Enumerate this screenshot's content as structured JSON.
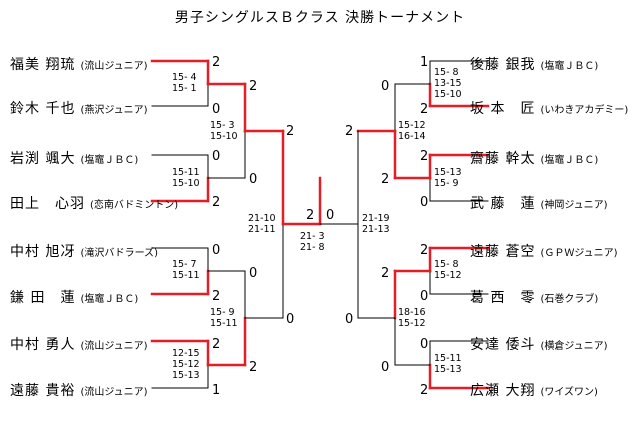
{
  "title": "男子シングルスＢクラス 決勝トーナメント",
  "colors": {
    "winner_line": "#e41e26",
    "line": "#000000"
  },
  "left_players": [
    {
      "name": "福美 翔琉",
      "team": "(流山ジュニア)"
    },
    {
      "name": "鈴木 千也",
      "team": "(燕沢ジュニア)"
    },
    {
      "name": "岩渕 颯大",
      "team": "(塩竈ＪＢＣ)"
    },
    {
      "name": "田上　心羽",
      "team": "(恋南バドミントン)"
    },
    {
      "name": "中村 旭冴",
      "team": "(滝沢バドラーズ)"
    },
    {
      "name": "鎌 田　蓮",
      "team": "(塩竈ＪＢＣ)"
    },
    {
      "name": "中村 勇人",
      "team": "(流山ジュニア)"
    },
    {
      "name": "遠藤 貴裕",
      "team": "(流山ジュニア)"
    }
  ],
  "right_players": [
    {
      "name": "後藤 銀我",
      "team": "(塩竈ＪＢＣ)"
    },
    {
      "name": "坂 本　匠",
      "team": "(いわきアカデミー)"
    },
    {
      "name": "齋藤 幹太",
      "team": "(塩竈ＪＢＣ)"
    },
    {
      "name": "武 藤　蓮",
      "team": "(神岡ジュニア)"
    },
    {
      "name": "遠藤 蒼空",
      "team": "(ＧＰＷジュニア)"
    },
    {
      "name": "葛 西　零",
      "team": "(石巻クラブ)"
    },
    {
      "name": "安達 倭斗",
      "team": "(横倉ジュニア)"
    },
    {
      "name": "広瀬 大翔",
      "team": "(ワイズワン)"
    }
  ],
  "scores": {
    "left_r1": [
      "2",
      "0",
      "0",
      "2",
      "0",
      "2",
      "2",
      "1"
    ],
    "left_r2": [
      "2",
      "0",
      "0",
      "2"
    ],
    "left_r3": [
      "2",
      "0"
    ],
    "right_r1": [
      "1",
      "2",
      "2",
      "0",
      "2",
      "0",
      "0",
      "2"
    ],
    "right_r2": [
      "0",
      "2",
      "2",
      "0"
    ],
    "right_r3": [
      "2",
      "0"
    ],
    "final": [
      "2",
      "0"
    ]
  },
  "set_scores": {
    "left_r1": [
      "15- 4\n15- 1",
      "15-11\n15-10",
      "15- 7\n15-11",
      "12-15\n15-12\n15-13"
    ],
    "left_r2": [
      "15- 3\n15-10",
      "15- 9\n15-11"
    ],
    "left_r3": "21-10\n21-11",
    "final": "21- 3\n21- 8",
    "right_r3": "21-19\n21-13",
    "right_r2": [
      "15-12\n16-14",
      "18-16\n15-12"
    ],
    "right_r1": [
      "15- 8\n13-15\n15-10",
      "15-13\n15- 9",
      "15- 8\n15-12",
      "15-11\n15-13"
    ]
  }
}
